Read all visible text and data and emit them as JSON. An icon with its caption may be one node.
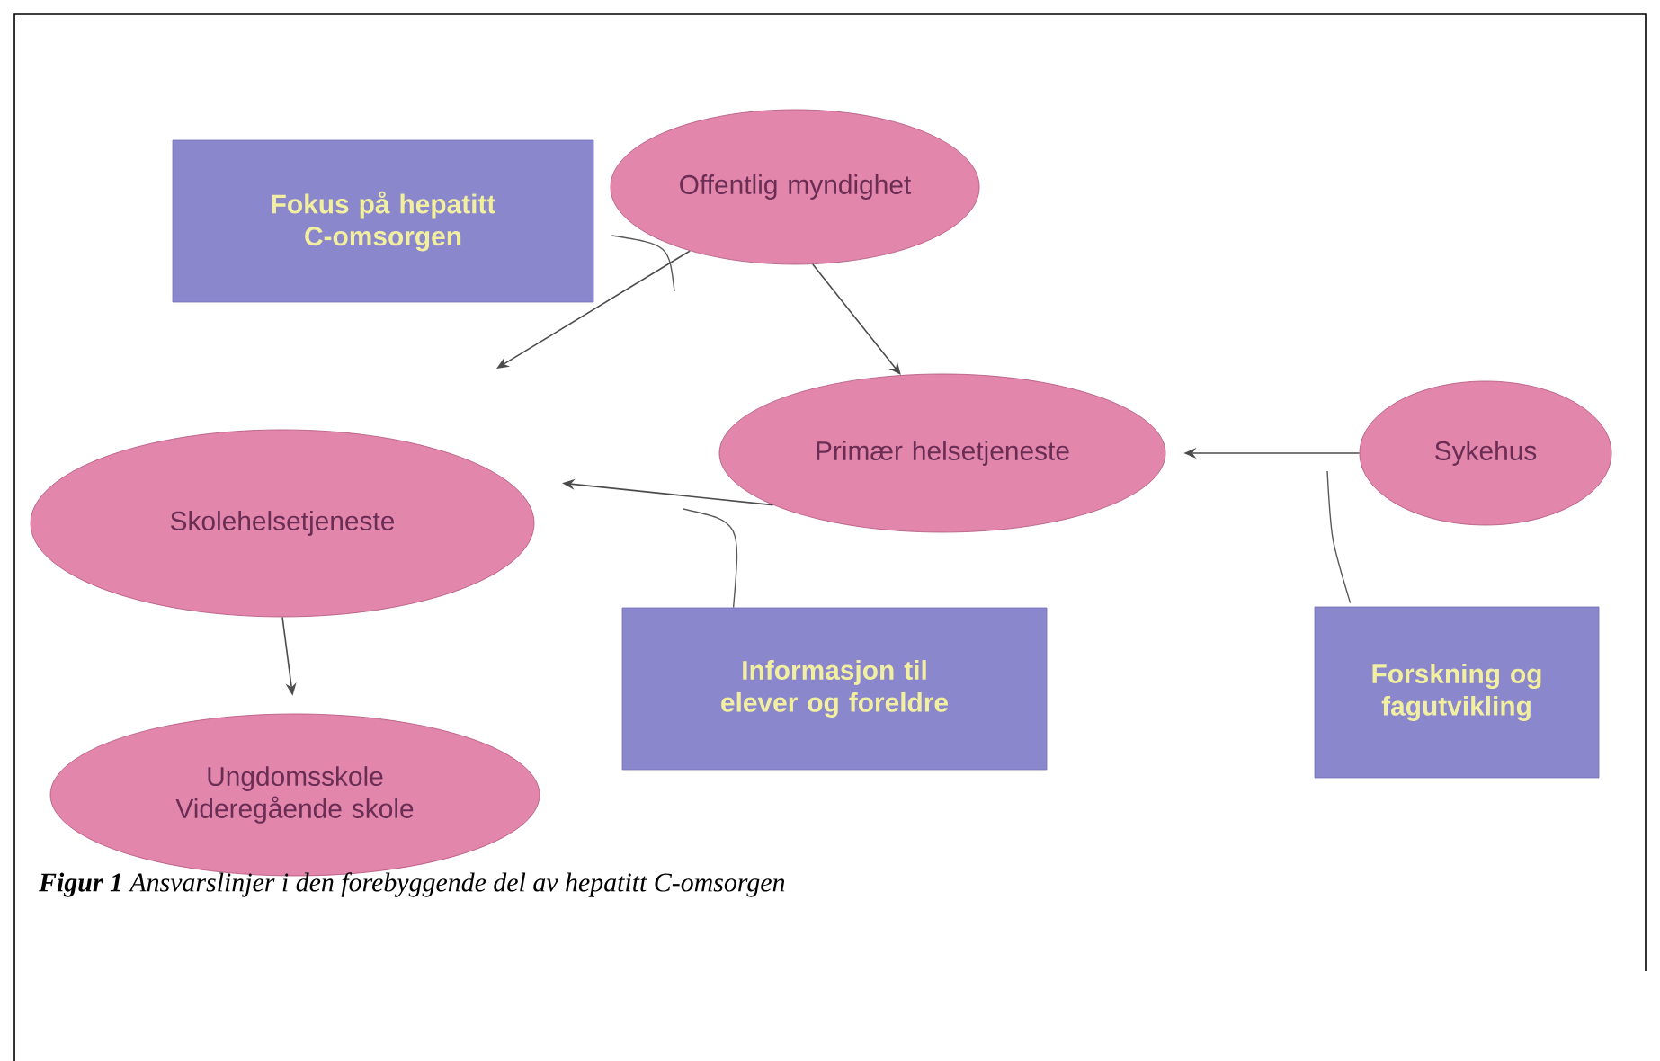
{
  "diagram": {
    "caption": "**Figur 1** Ansvarslinjer i den forebyggende del av hepatitt C-omsorgen",
    "nodes": [
      {
        "text": [
          "Fokus på hepatitt C-omsorgen"
        ]
      },
      {
        "text": [
          "Offentlig myndighet"
        ]
      },
      {
        "text": [
          "Primær helsetjeneste"
        ]
      },
      {
        "text": [
          "Sykehus"
        ]
      },
      {
        "text": [
          "Skolehelsetjeneste"
        ]
      },
      {
        "text": [
          "Informasjon til elever og foreldre"
        ]
      },
      {
        "text": [
          "Forskning og fagutvikling"
        ]
      },
      {
        "text": [
          "Ungdomsskole Videregående skole"
        ]
      }
    ],
    "edges": [
      {
        "from": 1,
        "to": null,
        "arrow": "to"
      },
      {
        "from": 1,
        "to": 2,
        "arrow": "to"
      },
      {
        "from": 3,
        "to": 2,
        "arrow": "to"
      },
      {
        "from": 2,
        "to": 4,
        "arrow": "to"
      },
      {
        "from": 4,
        "to": 7,
        "arrow": "to"
      },
      {
        "from": 0,
        "to": null,
        "arrow": "none"
      },
      {
        "from": 5,
        "to": null,
        "arrow": "none"
      },
      {
        "from": 6,
        "to": null,
        "arrow": "none"
      }
    ]
  }
}
